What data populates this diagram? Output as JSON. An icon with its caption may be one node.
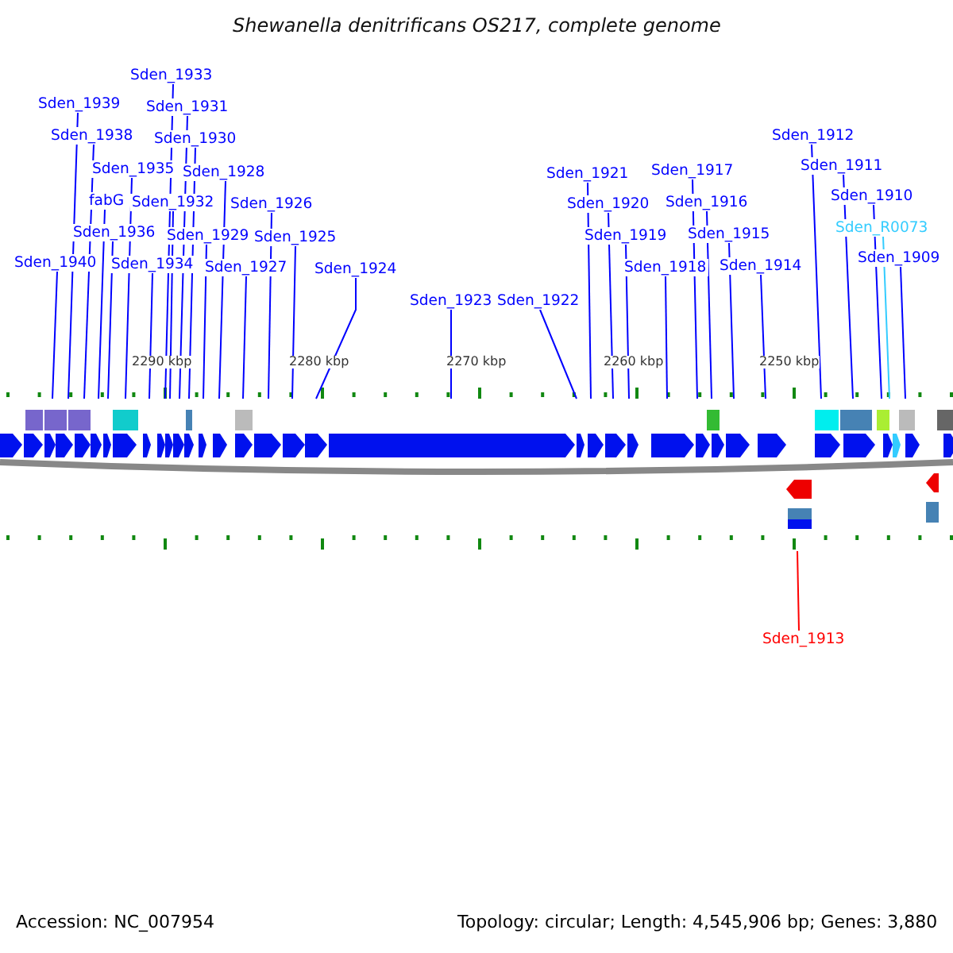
{
  "diagram": {
    "title": "Shewanella denitrificans OS217, complete genome",
    "nodes": [
      {
        "text": [
          "Sden_1933"
        ]
      },
      {
        "text": [
          "Sden_1939"
        ]
      },
      {
        "text": [
          "Sden_1931"
        ]
      },
      {
        "text": [
          "Sden_1912"
        ]
      },
      {
        "text": [
          "Sden_1938"
        ]
      },
      {
        "text": [
          "Sden_1930"
        ]
      },
      {
        "text": [
          "Sden_1911"
        ]
      },
      {
        "text": [
          "Sden_1935"
        ]
      },
      {
        "text": [
          "Sden_1928"
        ]
      },
      {
        "text": [
          "Sden_1921"
        ]
      },
      {
        "text": [
          "Sden_1917"
        ]
      },
      {
        "text": [
          "Sden_1910"
        ]
      },
      {
        "text": [
          "fabG"
        ]
      },
      {
        "text": [
          "Sden_1932"
        ]
      },
      {
        "text": [
          "Sden_1926"
        ]
      },
      {
        "text": [
          "Sden_1920"
        ]
      },
      {
        "text": [
          "Sden_1916"
        ]
      },
      {
        "text": [
          "Sden_R0073"
        ]
      },
      {
        "text": [
          "Sden_1936"
        ]
      },
      {
        "text": [
          "Sden_1929"
        ]
      },
      {
        "text": [
          "Sden_1925"
        ]
      },
      {
        "text": [
          "Sden_1919"
        ]
      },
      {
        "text": [
          "Sden_1915"
        ]
      },
      {
        "text": [
          "Sden_1909"
        ]
      },
      {
        "text": [
          "Sden_1940"
        ]
      },
      {
        "text": [
          "Sden_1934"
        ]
      },
      {
        "text": [
          "Sden_1927"
        ]
      },
      {
        "text": [
          "Sden_1924"
        ]
      },
      {
        "text": [
          "Sden_1918"
        ]
      },
      {
        "text": [
          "Sden_1914"
        ]
      },
      {
        "text": [
          "Sden_1923"
        ]
      },
      {
        "text": [
          "Sden_1922"
        ]
      },
      {
        "text": [
          "Sden_1913"
        ]
      }
    ],
    "edges": [
      {
        "from": 0,
        "to": null,
        "arrow": "none"
      },
      {
        "from": 1,
        "to": null,
        "arrow": "none"
      },
      {
        "from": 2,
        "to": null,
        "arrow": "none"
      },
      {
        "from": 3,
        "to": null,
        "arrow": "none"
      },
      {
        "from": 4,
        "to": null,
        "arrow": "none"
      },
      {
        "from": 5,
        "to": null,
        "arrow": "none"
      },
      {
        "from": 6,
        "to": null,
        "arrow": "none"
      },
      {
        "from": 7,
        "to": null,
        "arrow": "none"
      },
      {
        "from": 8,
        "to": null,
        "arrow": "none"
      },
      {
        "from": 9,
        "to": null,
        "arrow": "none"
      },
      {
        "from": 10,
        "to": null,
        "arrow": "none"
      },
      {
        "from": 11,
        "to": null,
        "arrow": "none"
      },
      {
        "from": 12,
        "to": null,
        "arrow": "none"
      },
      {
        "from": 13,
        "to": null,
        "arrow": "none"
      },
      {
        "from": 14,
        "to": null,
        "arrow": "none"
      },
      {
        "from": 15,
        "to": null,
        "arrow": "none"
      },
      {
        "from": 16,
        "to": null,
        "arrow": "none"
      },
      {
        "from": 17,
        "to": null,
        "arrow": "none",
        "color": "#33ccff"
      },
      {
        "from": 18,
        "to": null,
        "arrow": "none"
      },
      {
        "from": 19,
        "to": null,
        "arrow": "none"
      },
      {
        "from": 20,
        "to": null,
        "arrow": "none"
      },
      {
        "from": 21,
        "to": null,
        "arrow": "none"
      },
      {
        "from": 22,
        "to": null,
        "arrow": "none"
      },
      {
        "from": 23,
        "to": null,
        "arrow": "none"
      },
      {
        "from": 24,
        "to": null,
        "arrow": "none"
      },
      {
        "from": 25,
        "to": null,
        "arrow": "none"
      },
      {
        "from": 26,
        "to": null,
        "arrow": "none"
      },
      {
        "from": 27,
        "to": null,
        "arrow": "none"
      },
      {
        "from": 28,
        "to": null,
        "arrow": "none"
      },
      {
        "from": 29,
        "to": null,
        "arrow": "none"
      },
      {
        "from": 30,
        "to": null,
        "arrow": "none"
      },
      {
        "from": 31,
        "to": null,
        "arrow": "none"
      },
      {
        "from": 32,
        "to": null,
        "arrow": "none",
        "color": "#ff0000"
      }
    ],
    "labels": [
      "2290 kbp",
      "2280 kbp",
      "2270 kbp",
      "2260 kbp",
      "2250 kbp",
      "Accession: NC_007954",
      "Topology: circular; Length: 4,545,906 bp; Genes: 3,880"
    ]
  }
}
